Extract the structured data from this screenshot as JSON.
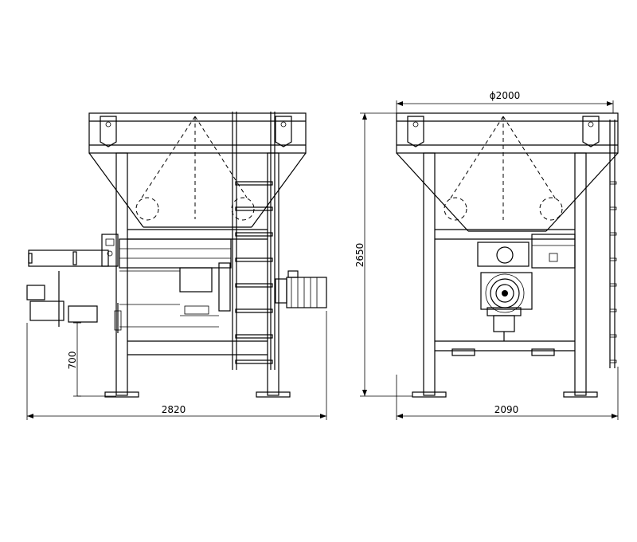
{
  "dimensions": {
    "side_width": "2820",
    "side_height_low": "700",
    "total_height": "2650",
    "front_width": "2090",
    "hopper_diameter": "ϕ2000"
  }
}
